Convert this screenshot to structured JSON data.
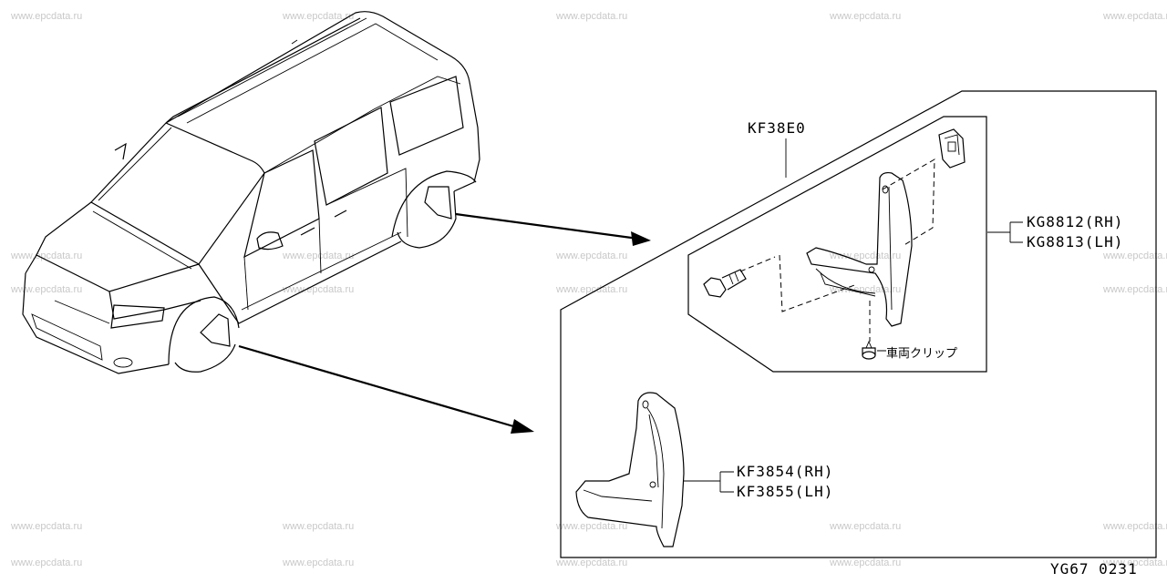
{
  "watermark": "www.epcdata.ru",
  "labels": {
    "kit": "KF38E0",
    "rh_a": "KG8812(RH)",
    "lh_a": "KG8813(LH)",
    "clip": "車両クリップ",
    "rh_b": "KF3854(RH)",
    "lh_b": "KF3855(LH)"
  },
  "diagram_code": "YG67 0231"
}
